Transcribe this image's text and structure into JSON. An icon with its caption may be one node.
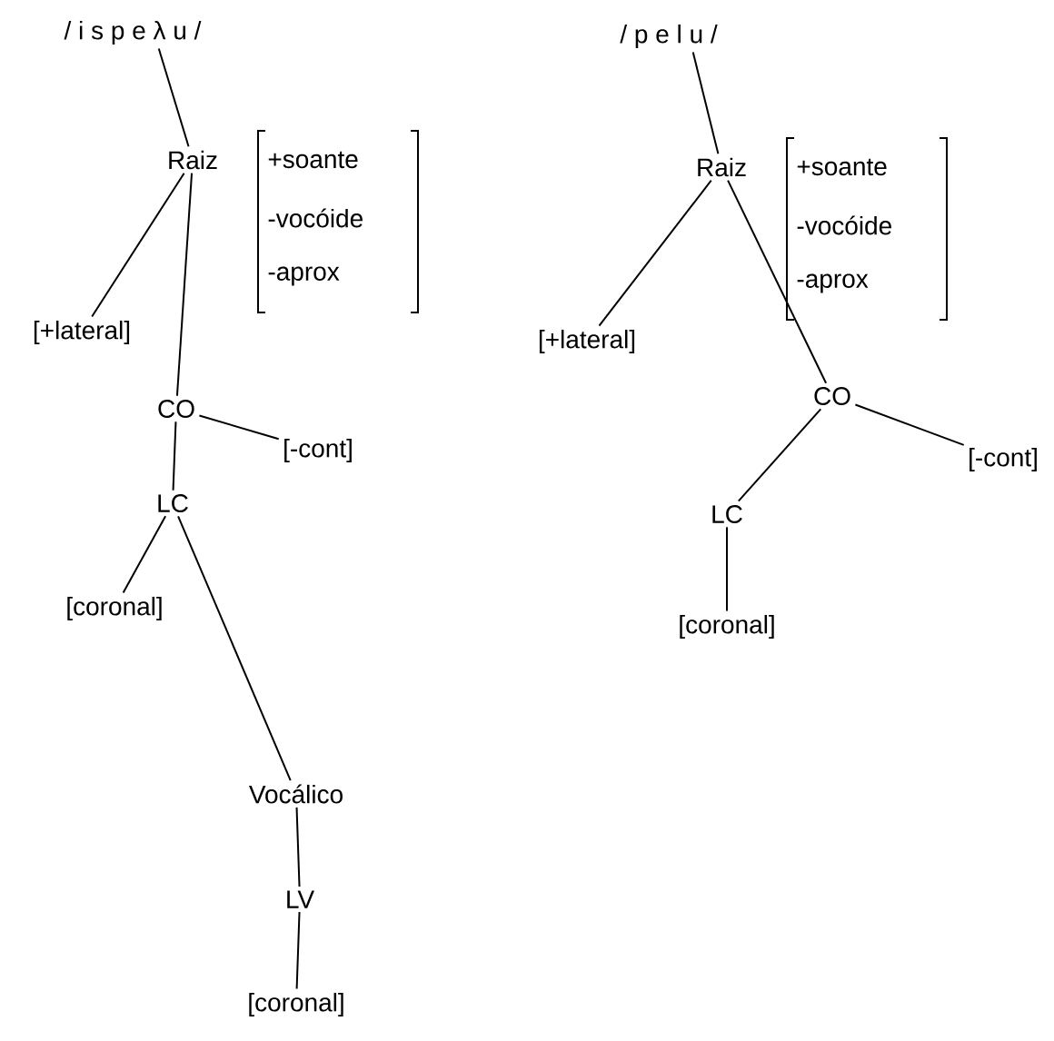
{
  "diagram": {
    "nodes": [
      {
        "text": [
          "/ i s p e λ u /"
        ]
      },
      {
        "text": [
          "Raiz"
        ],
        "beside": [
          "+soante",
          "-vocóide",
          "-aprox"
        ]
      },
      {
        "text": [
          "[+lateral]"
        ]
      },
      {
        "text": [
          "CO"
        ]
      },
      {
        "text": [
          "[-cont]"
        ]
      },
      {
        "text": [
          "LC"
        ]
      },
      {
        "text": [
          "[coronal]"
        ]
      },
      {
        "text": [
          "Vocálico"
        ]
      },
      {
        "text": [
          "LV"
        ]
      },
      {
        "text": [
          "[coronal]"
        ]
      },
      {
        "text": [
          "/ p e l u /"
        ]
      },
      {
        "text": [
          "Raiz"
        ],
        "beside": [
          "+soante",
          "-vocóide",
          "-aprox"
        ]
      },
      {
        "text": [
          "[+lateral]"
        ]
      },
      {
        "text": [
          "CO"
        ]
      },
      {
        "text": [
          "[-cont]"
        ]
      },
      {
        "text": [
          "LC"
        ]
      },
      {
        "text": [
          "[coronal]"
        ]
      }
    ],
    "edges": [
      {
        "from": 0,
        "to": 1,
        "arrow": "none"
      },
      {
        "from": 1,
        "to": 2,
        "arrow": "none"
      },
      {
        "from": 1,
        "to": 3,
        "arrow": "none"
      },
      {
        "from": 3,
        "to": 4,
        "arrow": "none"
      },
      {
        "from": 3,
        "to": 5,
        "arrow": "none"
      },
      {
        "from": 5,
        "to": 6,
        "arrow": "none"
      },
      {
        "from": 5,
        "to": 7,
        "arrow": "none"
      },
      {
        "from": 7,
        "to": 8,
        "arrow": "none"
      },
      {
        "from": 8,
        "to": 9,
        "arrow": "none"
      },
      {
        "from": 10,
        "to": 11,
        "arrow": "none"
      },
      {
        "from": 11,
        "to": 12,
        "arrow": "none"
      },
      {
        "from": 11,
        "to": 13,
        "arrow": "none"
      },
      {
        "from": 13,
        "to": 14,
        "arrow": "none"
      },
      {
        "from": 13,
        "to": 15,
        "arrow": "none"
      },
      {
        "from": 15,
        "to": 16,
        "arrow": "none"
      }
    ]
  }
}
